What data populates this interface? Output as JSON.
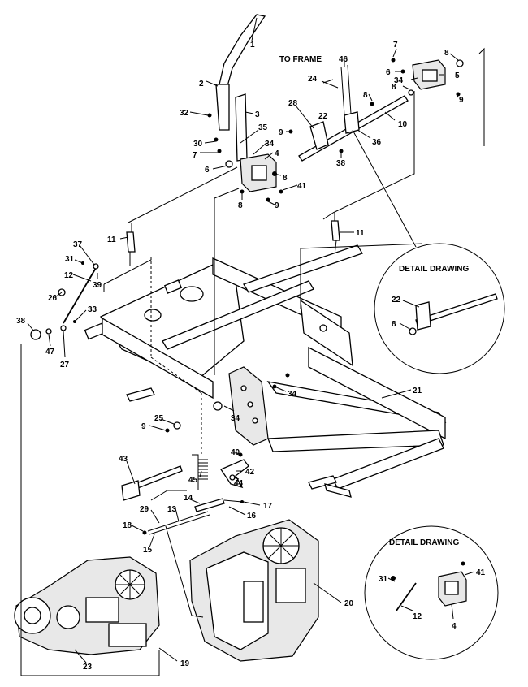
{
  "headings": {
    "to_frame": "TO FRAME",
    "detail_1": "DETAIL DRAWING",
    "detail_2": "DETAIL DRAWING"
  },
  "callouts": [
    "1",
    "2",
    "32",
    "3",
    "30",
    "35",
    "7",
    "34",
    "4",
    "6",
    "8",
    "41",
    "8",
    "9",
    "28",
    "22",
    "9",
    "38",
    "36",
    "10",
    "24",
    "46",
    "7",
    "6",
    "8",
    "5",
    "34",
    "8",
    "9",
    "8",
    "11",
    "11",
    "37",
    "31",
    "12",
    "39",
    "26",
    "33",
    "38",
    "47",
    "27",
    "21",
    "34",
    "34",
    "25",
    "9",
    "43",
    "45",
    "40",
    "42",
    "44",
    "14",
    "17",
    "16",
    "29",
    "13",
    "18",
    "15",
    "20",
    "23",
    "19",
    "22",
    "8",
    "31",
    "12",
    "41",
    "4"
  ]
}
